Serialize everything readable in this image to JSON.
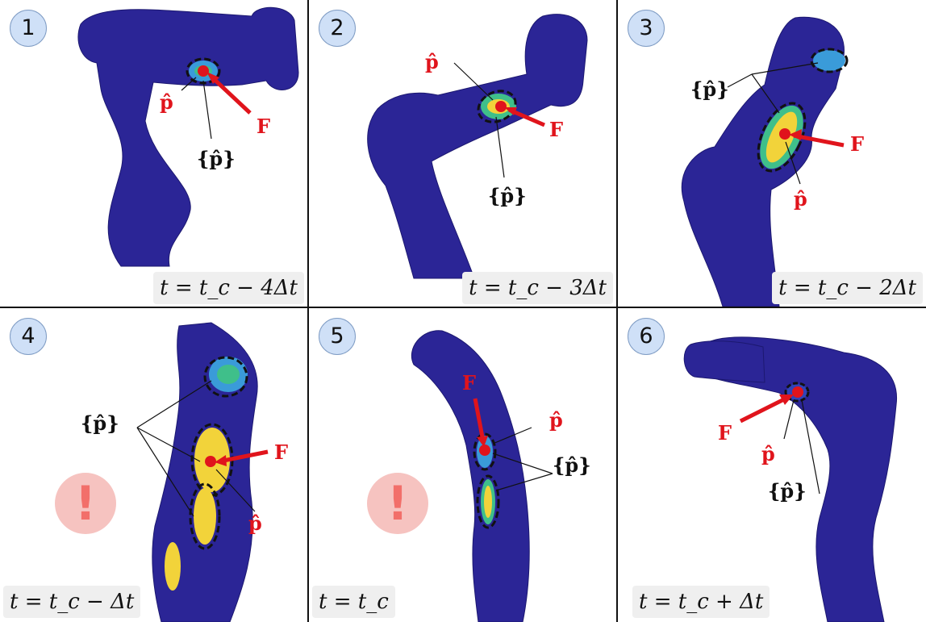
{
  "panels": [
    {
      "number": "1",
      "time": "t = t_c − 4Δt",
      "labels": {
        "p_hat": "p̂",
        "p_set": "{p̂}",
        "force": "F"
      }
    },
    {
      "number": "2",
      "time": "t = t_c − 3Δt",
      "labels": {
        "p_hat": "p̂",
        "p_set": "{p̂}",
        "force": "F"
      }
    },
    {
      "number": "3",
      "time": "t = t_c − 2Δt",
      "labels": {
        "p_hat": "p̂",
        "p_set": "{p̂}",
        "force": "F"
      }
    },
    {
      "number": "4",
      "time": "t = t_c − Δt",
      "labels": {
        "p_hat": "p̂",
        "p_set": "{p̂}",
        "force": "F"
      },
      "warning": "!"
    },
    {
      "number": "5",
      "time": "t = t_c",
      "labels": {
        "p_hat": "p̂",
        "p_set": "{p̂}",
        "force": "F"
      },
      "warning": "!"
    },
    {
      "number": "6",
      "time": "t = t_c + Δt",
      "labels": {
        "p_hat": "p̂",
        "p_set": "{p̂}",
        "force": "F"
      }
    }
  ],
  "colors": {
    "robot": "#2b2596",
    "robot_edge": "#1c1870",
    "force": "#e0141c",
    "contact_hot": "#f2d33a",
    "contact_warm": "#3fbf8a",
    "contact_cool": "#3a9bd9",
    "warning_bg": "#f6c3c0",
    "badge_bg": "#cfe0f7"
  }
}
